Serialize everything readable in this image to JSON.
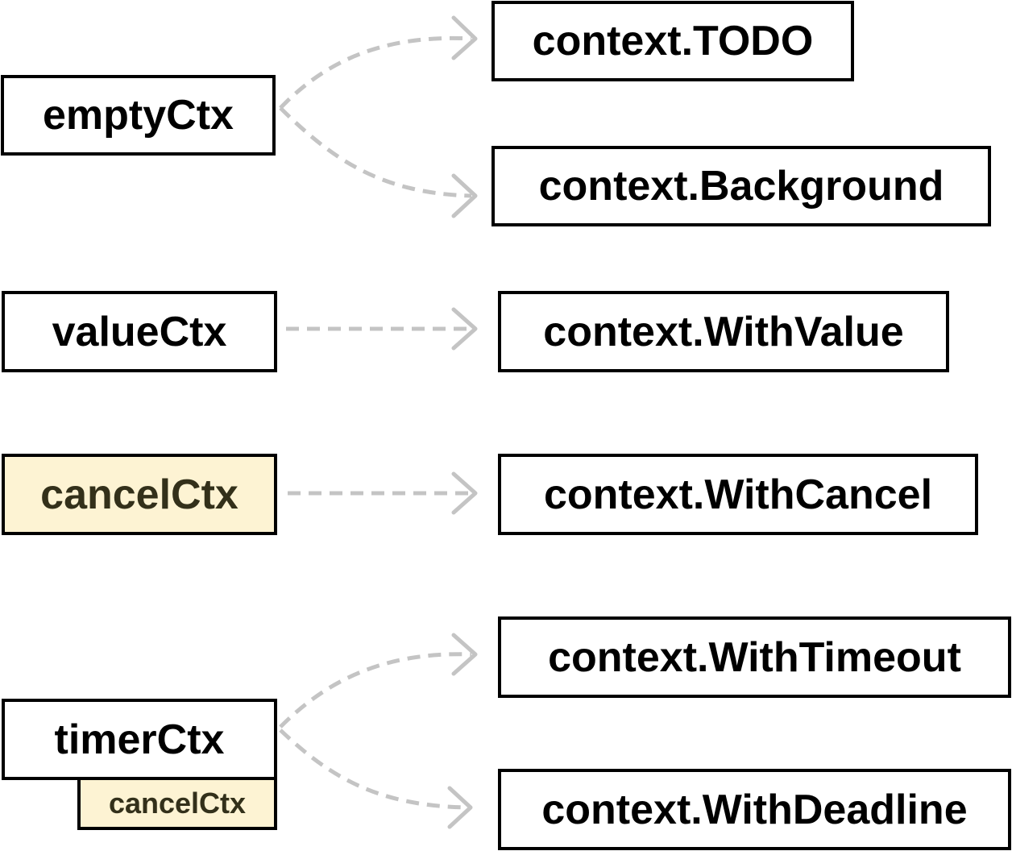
{
  "sources": {
    "emptyCtx": "emptyCtx",
    "valueCtx": "valueCtx",
    "cancelCtx": "cancelCtx",
    "timerCtx": "timerCtx",
    "timerCtxEmbedded": "cancelCtx"
  },
  "targets": {
    "todo": "context.TODO",
    "background": "context.Background",
    "withValue": "context.WithValue",
    "withCancel": "context.WithCancel",
    "withTimeout": "context.WithTimeout",
    "withDeadline": "context.WithDeadline"
  },
  "colors": {
    "highlight_fill": "#fdf3d3",
    "highlight_text": "#33301a",
    "arrow": "#c4c4c4"
  }
}
